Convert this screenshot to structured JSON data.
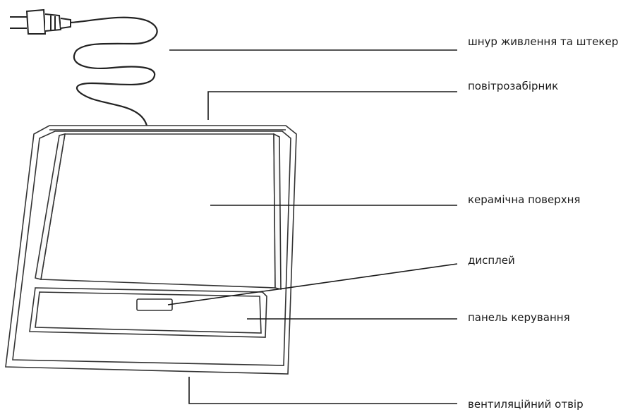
{
  "labels": {
    "cord": "шнур живлення та штекер",
    "air_intake": "повітрозабірник",
    "ceramic_surface": "керамічна поверхня",
    "display": "дисплей",
    "control_panel": "панель керування",
    "vent": "вентиляційний отвір"
  },
  "colors": {
    "line": "#1a1a1a",
    "outline": "#333333"
  }
}
